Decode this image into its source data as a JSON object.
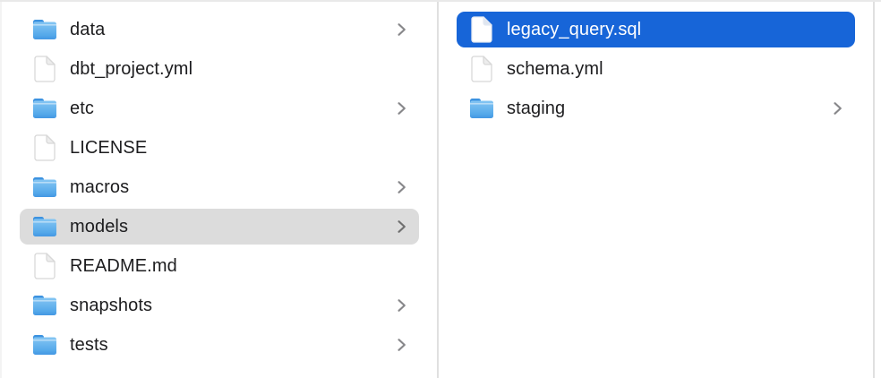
{
  "app": {
    "name": "Finder",
    "view": "column-view"
  },
  "colors": {
    "selection_blue": "#1765d8",
    "selection_gray": "#dcdcdc",
    "text": "#1d1d1f",
    "selected_text": "#ffffff",
    "divider": "#e0e0e0",
    "chevron": "#87878a"
  },
  "columns": [
    {
      "name": "parent-folder-column",
      "items": [
        {
          "label": "data",
          "type": "folder",
          "icon": "folder-icon",
          "chevron": true,
          "selected": false
        },
        {
          "label": "dbt_project.yml",
          "type": "file",
          "icon": "document-icon",
          "chevron": false,
          "selected": false
        },
        {
          "label": "etc",
          "type": "folder",
          "icon": "folder-icon",
          "chevron": true,
          "selected": false
        },
        {
          "label": "LICENSE",
          "type": "file",
          "icon": "document-icon",
          "chevron": false,
          "selected": false
        },
        {
          "label": "macros",
          "type": "folder",
          "icon": "folder-icon",
          "chevron": true,
          "selected": false
        },
        {
          "label": "models",
          "type": "folder",
          "icon": "folder-icon",
          "chevron": true,
          "selected": true,
          "selection_style": "gray-inactive"
        },
        {
          "label": "README.md",
          "type": "file",
          "icon": "document-icon",
          "chevron": false,
          "selected": false
        },
        {
          "label": "snapshots",
          "type": "folder",
          "icon": "folder-icon",
          "chevron": true,
          "selected": false
        },
        {
          "label": "tests",
          "type": "folder",
          "icon": "folder-icon",
          "chevron": true,
          "selected": false
        }
      ]
    },
    {
      "name": "models-folder-column",
      "items": [
        {
          "label": "legacy_query.sql",
          "type": "file",
          "icon": "document-icon",
          "chevron": false,
          "selected": true,
          "selection_style": "blue-active"
        },
        {
          "label": "schema.yml",
          "type": "file",
          "icon": "document-icon",
          "chevron": false,
          "selected": false
        },
        {
          "label": "staging",
          "type": "folder",
          "icon": "folder-icon",
          "chevron": true,
          "selected": false
        }
      ]
    }
  ]
}
